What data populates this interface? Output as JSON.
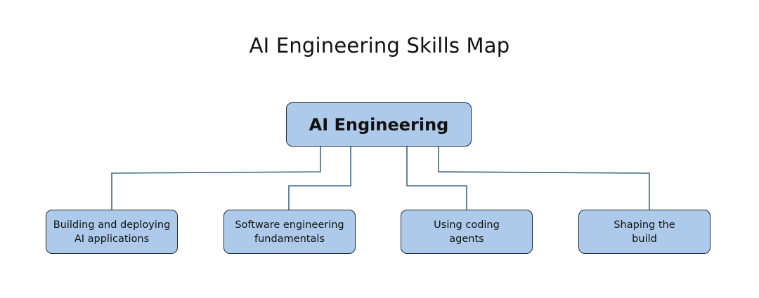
{
  "title": "AI Engineering Skills Map",
  "root": {
    "label": "AI Engineering"
  },
  "children": [
    {
      "label": "Building and deploying\nAI applications"
    },
    {
      "label": "Software engineering\nfundamentals"
    },
    {
      "label": "Using coding\nagents"
    },
    {
      "label": "Shaping the\nbuild"
    }
  ],
  "colors": {
    "node_fill": "#aecaea",
    "node_border": "#1e2a36",
    "connector": "#3e6784"
  }
}
